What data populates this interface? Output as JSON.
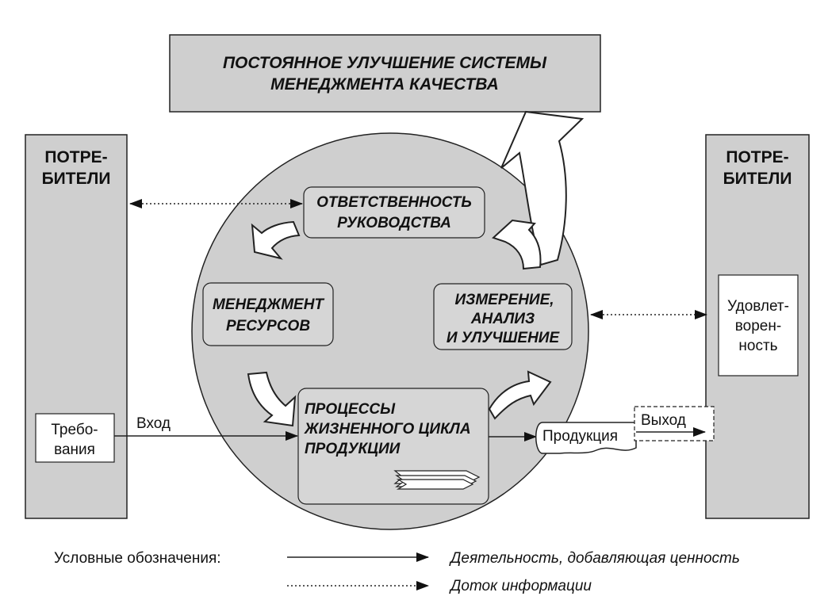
{
  "top_box": {
    "line1": "ПОСТОЯННОЕ УЛУЧШЕНИЕ СИСТЕМЫ",
    "line2": "МЕНЕДЖМЕНТА КАЧЕСТВА"
  },
  "left_customers": {
    "line1": "ПОТРЕ-",
    "line2": "БИТЕЛИ"
  },
  "right_customers": {
    "line1": "ПОТРЕ-",
    "line2": "БИТЕЛИ"
  },
  "requirements": {
    "line1": "Требо-",
    "line2": "вания"
  },
  "satisfaction": {
    "line1": "Удовлет-",
    "line2": "ворен-",
    "line3": "ность"
  },
  "input_label": "Вход",
  "output_label": "Выход",
  "product_label": "Продукция",
  "processes": {
    "responsibility": {
      "line1": "ОТВЕТСТВЕННОСТЬ",
      "line2": "РУКОВОДСТВА"
    },
    "resources": {
      "line1": "МЕНЕДЖМЕНТ",
      "line2": "РЕСУРСОВ"
    },
    "measurement": {
      "line1": "ИЗМЕРЕНИЕ,",
      "line2": "АНАЛИЗ",
      "line3": "И УЛУЧШЕНИЕ"
    },
    "lifecycle": {
      "line1": "ПРОЦЕССЫ",
      "line2": "ЖИЗНЕННОГО ЦИКЛА",
      "line3": "ПРОДУКЦИИ"
    }
  },
  "legend": {
    "title": "Условные обозначения:",
    "solid_label": "Деятельность, добавляющая ценность",
    "dotted_label": "Доток информации"
  },
  "colors": {
    "fill_gray": "#cfcfcf",
    "stroke": "#222222",
    "white": "#ffffff"
  }
}
